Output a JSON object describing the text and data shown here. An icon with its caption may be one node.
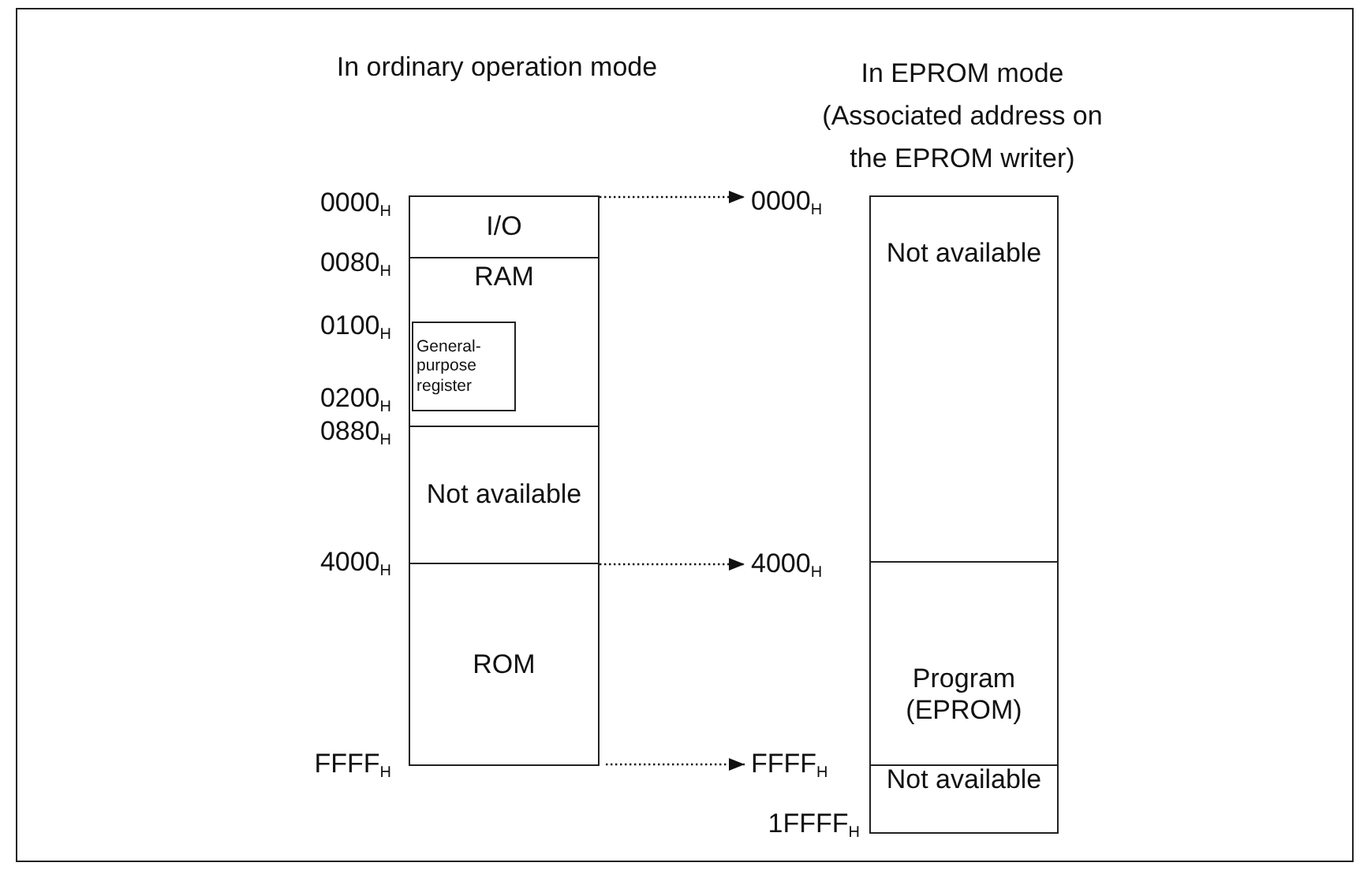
{
  "diagram": {
    "nodes": [
      {
        "text": [
          "I/O"
        ]
      },
      {
        "text": [
          "RAM"
        ]
      },
      {
        "text": [
          "General-purpose register"
        ],
        "in": 1
      },
      {
        "text": [
          "Not available"
        ]
      },
      {
        "text": [
          "ROM"
        ]
      },
      {
        "text": [
          "Not available"
        ]
      },
      {
        "text": [
          "Program (EPROM)"
        ]
      },
      {
        "text": [
          "Not available"
        ]
      },
      {
        "text": [
          "0000$_{H}$"
        ]
      },
      {
        "text": [
          "4000$_{H}$"
        ]
      },
      {
        "text": [
          "FFFF$_{H}$"
        ]
      }
    ],
    "edges": [
      {
        "from": 0,
        "to": 8,
        "arrow": "to",
        "style": "dashed"
      },
      {
        "from": 4,
        "to": 9,
        "arrow": "to",
        "style": "dashed"
      },
      {
        "from": 4,
        "to": 10,
        "arrow": "to",
        "style": "dashed"
      }
    ],
    "labels": [
      "In ordinary operation mode",
      "In EPROM mode (Associated address on the EPROM writer)",
      "0000$_{H}$",
      "0080$_{H}$",
      "0100$_{H}$",
      "0200$_{H}$",
      "0880$_{H}$",
      "4000$_{H}$",
      "FFFF$_{H}$",
      "1FFFF$_{H}$"
    ]
  }
}
